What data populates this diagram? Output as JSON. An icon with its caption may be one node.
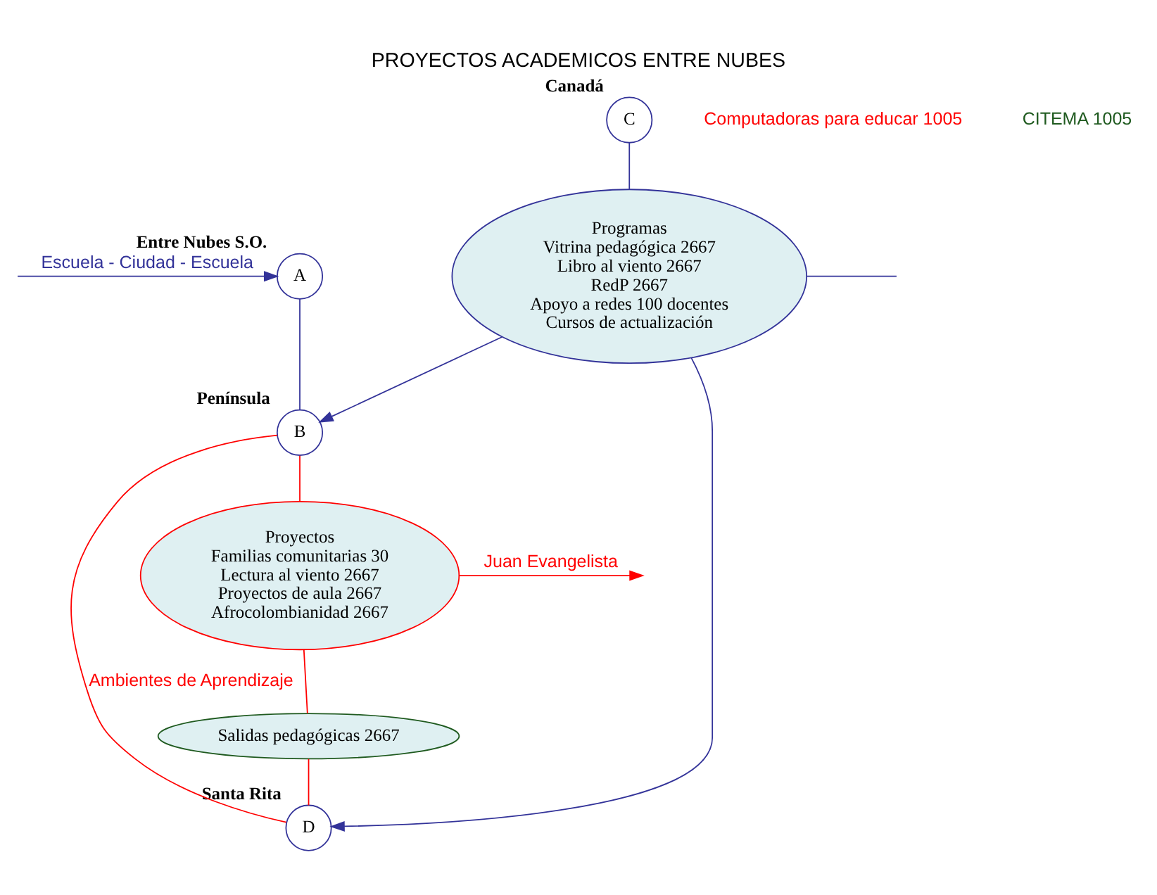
{
  "diagram": {
    "title": "PROYECTOS ACADEMICOS ENTRE NUBES",
    "nodes": [
      {
        "text": [
          "A"
        ],
        "beside": [
          "Entre Nubes S.O."
        ]
      },
      {
        "text": [
          "B"
        ],
        "beside": [
          "Península"
        ]
      },
      {
        "text": [
          "Proyectos",
          "Familias comunitarias 30",
          "Lectura al viento 2667",
          "Proyectos de aula 2667",
          "Afrocolombianidad 2667"
        ]
      },
      {
        "text": [
          "C"
        ],
        "beside": [
          "Canadá"
        ]
      },
      {
        "text": [
          "Salidas pedagógicas 2667"
        ]
      },
      {
        "text": [
          "Programas",
          "Vitrina pedagógica 2667",
          "Libro al viento 2667",
          "RedP 2667",
          "Apoyo a redes 100 docentes",
          "Cursos de actualización"
        ]
      },
      {
        "text": [
          "D"
        ],
        "beside": [
          "Santa Rita"
        ]
      }
    ],
    "edges": [
      {
        "from": 2,
        "to": null,
        "arrow": "to",
        "label": "Juan Evangelista",
        "color": "#ff0000"
      },
      {
        "from": null,
        "to": 0,
        "arrow": "to",
        "label": "Escuela - Ciudad - Escuela"
      },
      {
        "from": 0,
        "to": 1,
        "arrow": "none"
      },
      {
        "from": 1,
        "to": 2,
        "arrow": "none",
        "color": "#ff0000"
      },
      {
        "from": 2,
        "to": 4,
        "arrow": "none",
        "color": "#ff0000"
      },
      {
        "from": 4,
        "to": 6,
        "arrow": "none",
        "color": "#ff0000"
      },
      {
        "from": 3,
        "to": 5,
        "arrow": "none"
      },
      {
        "from": 5,
        "to": 1,
        "arrow": "to"
      },
      {
        "from": 5,
        "to": null,
        "arrow": "none"
      },
      {
        "from": 5,
        "to": 6,
        "arrow": "to"
      },
      {
        "from": 1,
        "to": 6,
        "arrow": "none",
        "label": "Ambientes de Aprendizaje",
        "color": "#ff0000"
      }
    ],
    "labels": [
      "Computadoras para educar 1005",
      "CITEMA 1005"
    ]
  }
}
